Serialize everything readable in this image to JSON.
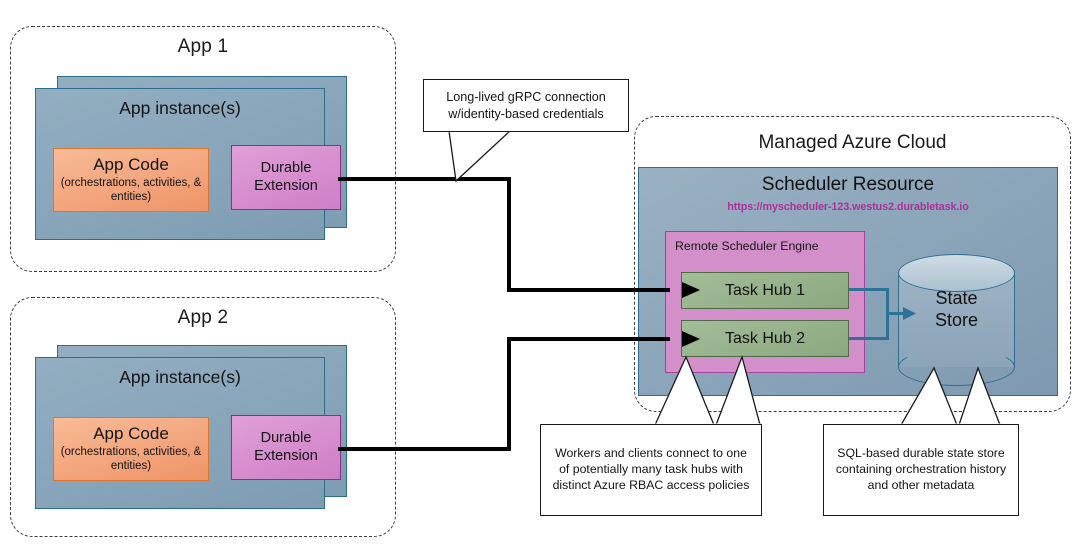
{
  "apps": [
    {
      "title": "App 1",
      "instance_label": "App instance(s)",
      "app_code_title": "App Code",
      "app_code_sub": "(orchestrations, activities, & entities)",
      "extension_label": "Durable Extension"
    },
    {
      "title": "App 2",
      "instance_label": "App instance(s)",
      "app_code_title": "App Code",
      "app_code_sub": "(orchestrations, activities, & entities)",
      "extension_label": "Durable Extension"
    }
  ],
  "cloud": {
    "title": "Managed Azure Cloud",
    "scheduler": {
      "title": "Scheduler Resource",
      "url": "https://myscheduler-123.westus2.durabletask.io",
      "engine_label": "Remote Scheduler Engine",
      "task_hubs": [
        "Task Hub 1",
        "Task Hub 2"
      ]
    },
    "state_store": {
      "label_line1": "State",
      "label_line2": "Store"
    }
  },
  "callouts": {
    "grpc": "Long-lived gRPC connection w/identity-based credentials",
    "task_hubs": "Workers and clients connect to one of potentially many task hubs with distinct Azure RBAC access policies",
    "state_store": "SQL-based durable state store containing orchestration history and other metadata"
  },
  "colors": {
    "panel": "#89a3b8",
    "app_code": "#f3a479",
    "extension": "#d68ecf",
    "engine": "#d28fc9",
    "task_hub": "#96b28b",
    "url_text": "#b0309b",
    "border_blue": "#2e6d8e",
    "teal_arrow": "#2e7397"
  }
}
